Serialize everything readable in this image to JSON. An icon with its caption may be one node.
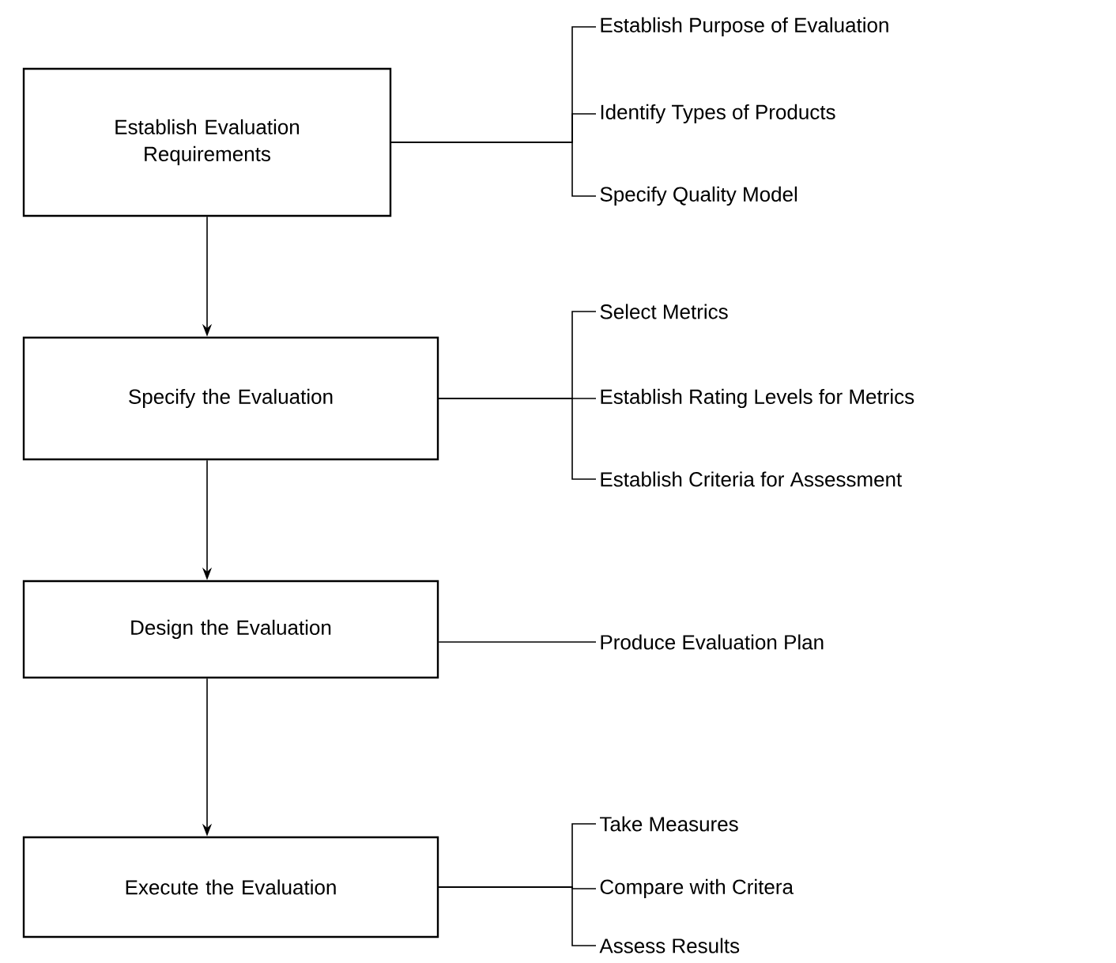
{
  "diagram": {
    "nodes": [
      {
        "text": [
          "Establish Evaluation Requirements"
        ]
      },
      {
        "text": [
          "Establish Purpose of Evaluation"
        ]
      },
      {
        "text": [
          "Identify Types of Products"
        ]
      },
      {
        "text": [
          "Specify Quality Model"
        ]
      },
      {
        "text": [
          "Specify the Evaluation"
        ]
      },
      {
        "text": [
          "Select Metrics"
        ]
      },
      {
        "text": [
          "Establish Rating Levels for Metrics"
        ]
      },
      {
        "text": [
          "Establish Criteria for Assessment"
        ]
      },
      {
        "text": [
          "Design the Evaluation"
        ]
      },
      {
        "text": [
          "Produce Evaluation Plan"
        ]
      },
      {
        "text": [
          "Execute the Evaluation"
        ]
      },
      {
        "text": [
          "Take Measures"
        ]
      },
      {
        "text": [
          "Compare with Critera"
        ]
      },
      {
        "text": [
          "Assess Results"
        ]
      }
    ],
    "edges": [
      {
        "from": 0,
        "to": 4,
        "arrow": "to"
      },
      {
        "from": 4,
        "to": 8,
        "arrow": "to"
      },
      {
        "from": 8,
        "to": 10,
        "arrow": "to"
      },
      {
        "from": 0,
        "to": 1,
        "arrow": "none"
      },
      {
        "from": 0,
        "to": 2,
        "arrow": "none"
      },
      {
        "from": 0,
        "to": 3,
        "arrow": "none"
      },
      {
        "from": 4,
        "to": 5,
        "arrow": "none"
      },
      {
        "from": 4,
        "to": 6,
        "arrow": "none"
      },
      {
        "from": 4,
        "to": 7,
        "arrow": "none"
      },
      {
        "from": 8,
        "to": 9,
        "arrow": "none"
      },
      {
        "from": 10,
        "to": 11,
        "arrow": "none"
      },
      {
        "from": 10,
        "to": 12,
        "arrow": "none"
      },
      {
        "from": 10,
        "to": 13,
        "arrow": "none"
      }
    ]
  }
}
